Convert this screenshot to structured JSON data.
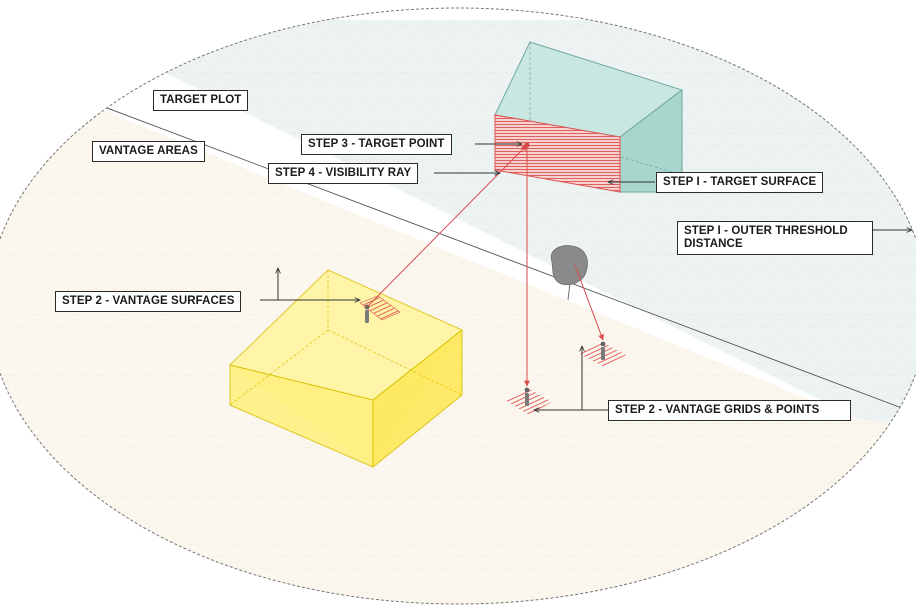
{
  "labels": {
    "target_plot": "TARGET PLOT",
    "vantage_areas": "VANTAGE AREAS",
    "step3_target_point": "STEP 3 - TARGET POINT",
    "step4_visibility_ray": "STEP 4 - VISIBILITY RAY",
    "step1_target_surface": "STEP I - TARGET SURFACE",
    "step1_outer_threshold": "STEP I - OUTER THRESHOLD DISTANCE",
    "step2_vantage_surfaces": "STEP 2 - VANTAGE SURFACES",
    "step2_vantage_grids": "STEP 2 - VANTAGE GRIDS & POINTS"
  },
  "colors": {
    "target_zone": "#edf3f2",
    "vantage_zone": "#fbf6ee",
    "target_box": "#bfe0d9",
    "target_box_edge": "#6fa89c",
    "target_surface_hatch": "#e0524f",
    "vantage_box": "#fff27a",
    "vantage_box_edge": "#d9c200",
    "ray": "#d94a4a",
    "tree": "#8a8a8a",
    "leader": "#333333"
  }
}
